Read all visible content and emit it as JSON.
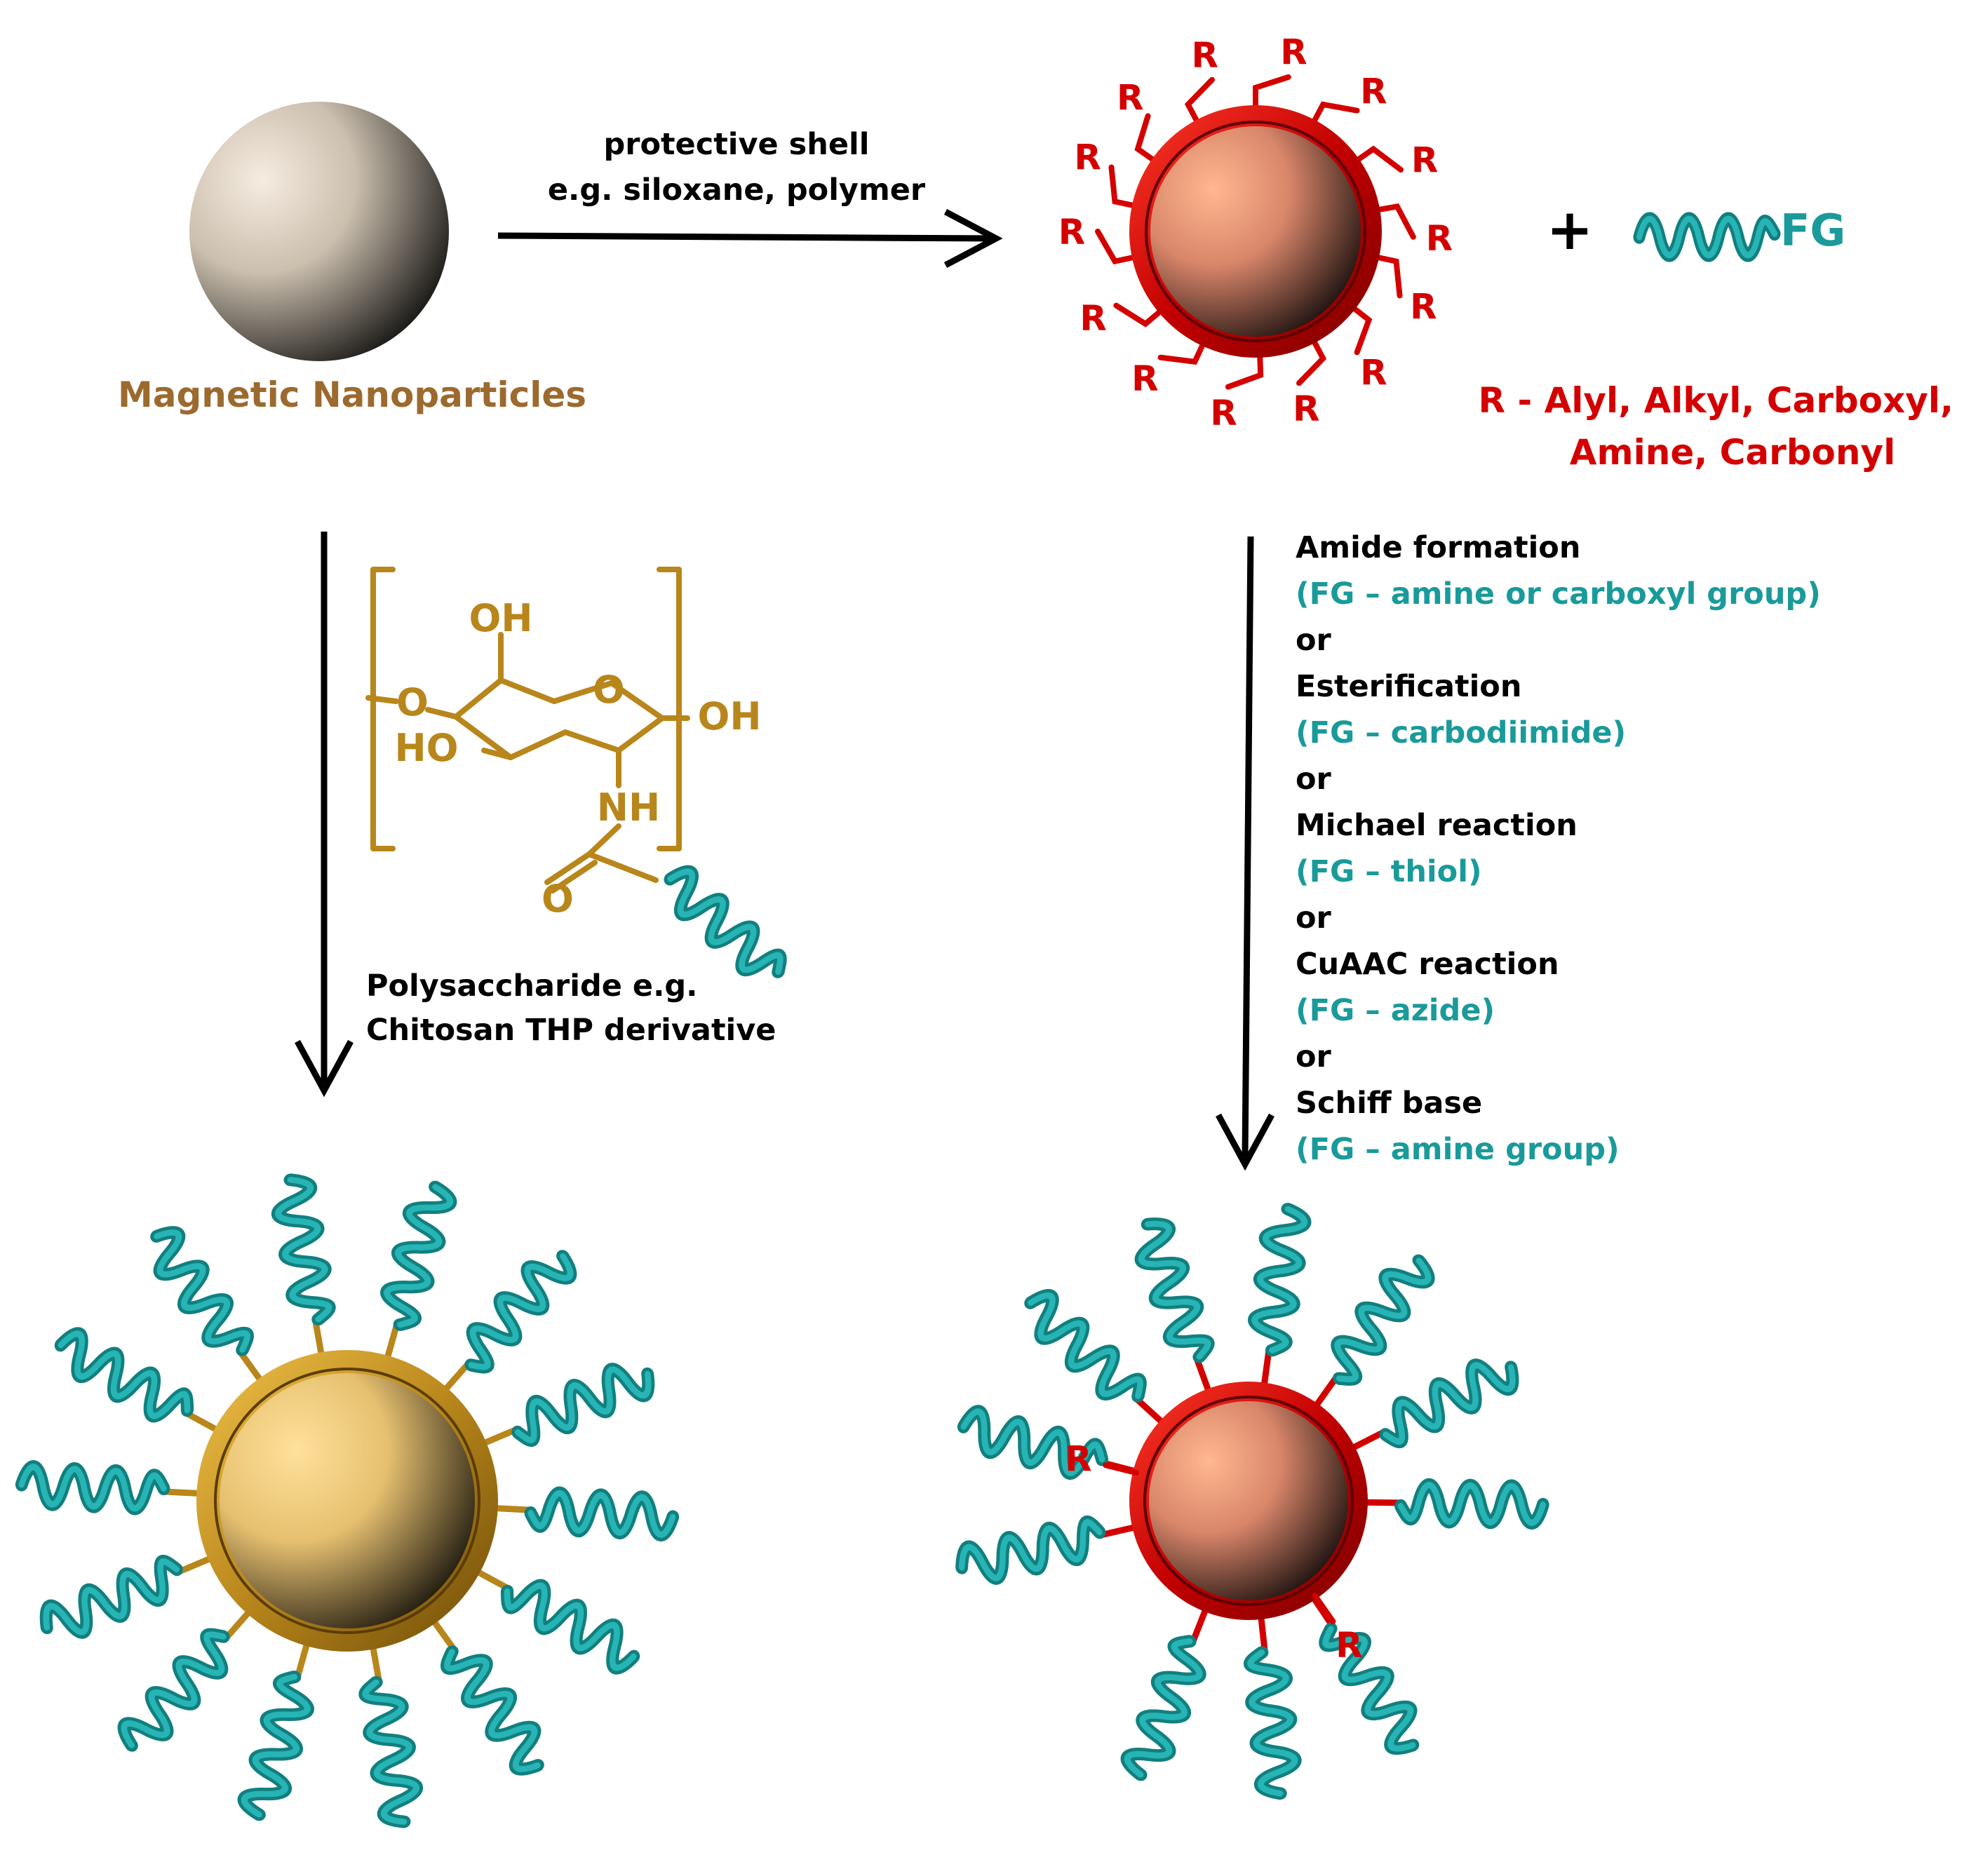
{
  "colors": {
    "black": "#000000",
    "red": "#d40000",
    "teal": "#1a9a9a",
    "gold": "#b8861b",
    "brown": "#9c6a2e"
  },
  "texts": {
    "protective_shell_1": "protective shell",
    "protective_shell_2": "e.g. siloxane, polymer",
    "magnetic_nanoparticles": "Magnetic Nanoparticles",
    "plus": "+",
    "fg": "FG",
    "r_def_1": "R - Alyl, Alkyl, Carboxyl,",
    "r_def_2": "Amine, Carbonyl",
    "r_label": "R",
    "oh": "OH",
    "o_ring": "O",
    "ho": "HO",
    "nh": "NH",
    "o_carbonyl": "O",
    "o_glyc": "O",
    "polysaccharide_1": "Polysaccharide e.g.",
    "polysaccharide_2": "Chitosan THP derivative"
  },
  "reactions": [
    {
      "name": "Amide formation",
      "fg": "(FG  – amine or carboxyl group)",
      "or": "or"
    },
    {
      "name": "Esterification",
      "fg": "(FG – carbodiimide)",
      "or": "or"
    },
    {
      "name": "Michael reaction",
      "fg": "(FG – thiol)",
      "or": "or"
    },
    {
      "name": "CuAAC reaction",
      "fg": "(FG – azide)",
      "or": "or"
    },
    {
      "name": "Schiff base",
      "fg": "(FG – amine group)",
      "or": ""
    }
  ],
  "icons": [
    "nanoparticle-sphere-icon",
    "helix-icon",
    "arrow-icon",
    "chitosan-structure-icon"
  ]
}
